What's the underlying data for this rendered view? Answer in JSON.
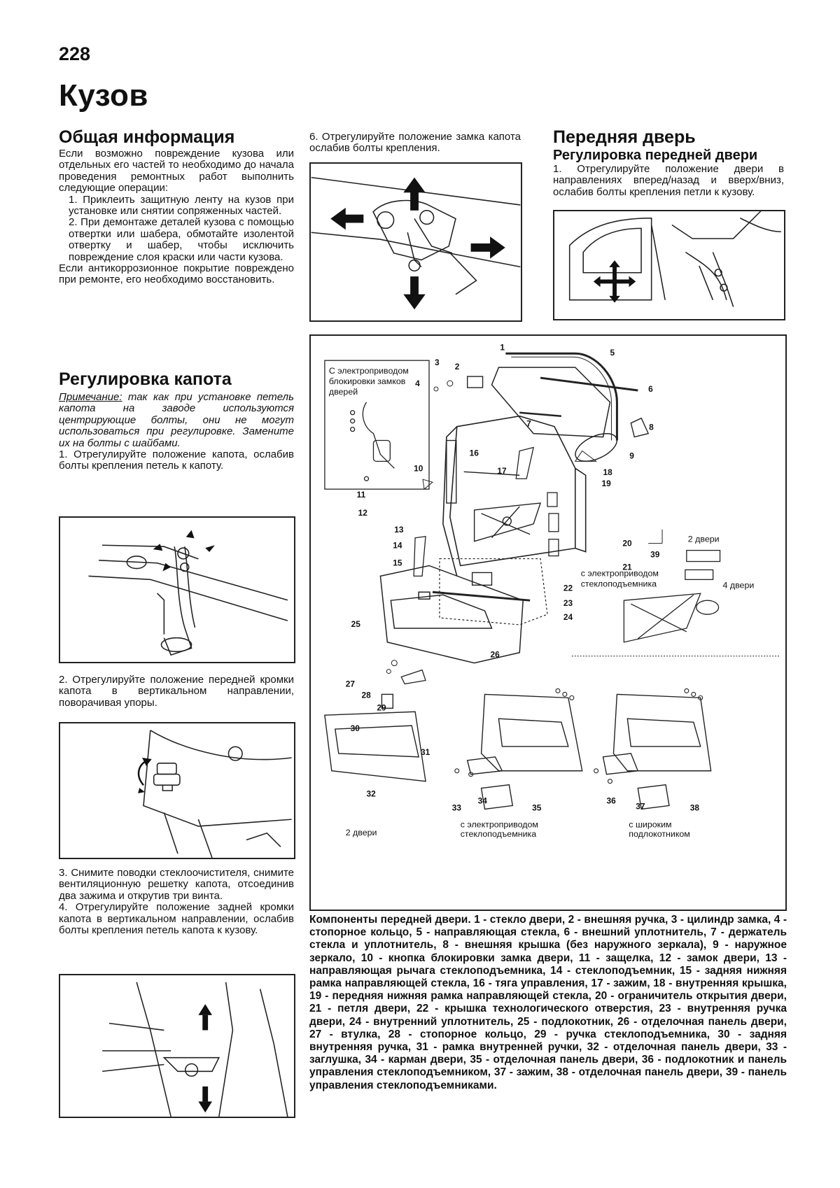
{
  "page_number": "228",
  "chapter_title": "Кузов",
  "general": {
    "heading": "Общая информация",
    "intro": "Если возможно повреждение кузова или отдельных его частей то необходимо до начала проведения ремонтных работ выполнить следующие операции:",
    "step1": "1. Приклеить защитную ленту на кузов при установке или снятии сопряженных частей.",
    "step2": "2. При демонтаже деталей кузова с помощью отвертки или шабера, обмотайте изолентой отвертку и шабер, чтобы исключить повреждение слоя краски или части кузова.",
    "outro": "Если антикоррозионное покрытие повреждено при ремонте, его необходимо восстановить."
  },
  "hood": {
    "heading": "Регулировка капота",
    "note_label": "Примечание:",
    "note_text": "так как при установке петель капота на заводе используются центрирующие болты, они не могут использоваться при регулировке. Замените их на болты с шайбами.",
    "step1": "1. Отрегулируйте положение капота, ослабив болты крепления петель к капоту.",
    "step2": "2. Отрегулируйте положение передней кромки капота в вертикальном направлении, поворачивая упоры.",
    "step3": "3. Снимите поводки стеклоочистителя, снимите вентиляционную решетку капота, отсоединив два зажима и открутив три винта.",
    "step4": "4. Отрегулируйте положение задней кромки капота в вертикальном направлении, ослабив болты крепления петель капота к кузову.",
    "step6": "6. Отрегулируйте положение замка капота ослабив болты крепления."
  },
  "door": {
    "heading": "Передняя дверь",
    "subheading": "Регулировка передней двери",
    "step1": "1. Отрегулируйте положение двери в направлениях вперед/назад и вверх/вниз, ослабив болты крепления петли к кузову."
  },
  "diagram": {
    "power_lock_label": [
      "С электроприводом",
      "блокировки замков",
      "дверей"
    ],
    "two_door": "2 двери",
    "four_door": "4 двери",
    "power_window_label": [
      "с электроприводом",
      "стеклоподъемника"
    ],
    "wide_armrest_label": [
      "с широким",
      "подлокотником"
    ],
    "two_door_bottom": "2 двери",
    "callouts": [
      "1",
      "2",
      "3",
      "4",
      "5",
      "6",
      "7",
      "8",
      "9",
      "10",
      "11",
      "12",
      "13",
      "14",
      "15",
      "16",
      "17",
      "18",
      "19",
      "20",
      "21",
      "22",
      "23",
      "24",
      "25",
      "26",
      "27",
      "28",
      "29",
      "30",
      "31",
      "32",
      "33",
      "34",
      "35",
      "36",
      "37",
      "38",
      "39"
    ]
  },
  "caption": "Компоненты передней двери. 1 - стекло двери, 2 - внешняя ручка, 3 - цилиндр замка, 4 - стопорное кольцо, 5 - направляющая стекла, 6 - внешний уплотнитель, 7 - держатель стекла и уплотнитель, 8 - внешняя крышка (без наружного зеркала), 9 - наружное зеркало, 10 - кнопка блокировки замка двери, 11 - защелка, 12 - замок двери, 13 - направляющая рычага стеклоподъемника, 14 - стеклоподъемник, 15 - задняя нижняя рамка направляющей стекла, 16 - тяга управления, 17 - зажим, 18 - внутренняя крышка, 19 - передняя нижняя рамка направляющей стекла, 20 - ограничитель открытия двери, 21 - петля двери, 22 - крышка технологического отверстия, 23 - внутренняя ручка двери, 24 - внутренний уплотнитель, 25 - подлокотник, 26 - отделочная панель двери, 27 - втулка, 28 - стопорное кольцо, 29 - ручка стеклоподъемника, 30 - задняя внутренняя ручка, 31 - рамка внутренней ручки, 32 - отделочная панель двери, 33 - заглушка, 34 - карман двери, 35 - отделочная панель двери, 36 - подлокотник и панель управления стеклоподъемником, 37 - зажим, 38 - отделочная панель двери, 39 - панель управления стеклоподъемниками."
}
